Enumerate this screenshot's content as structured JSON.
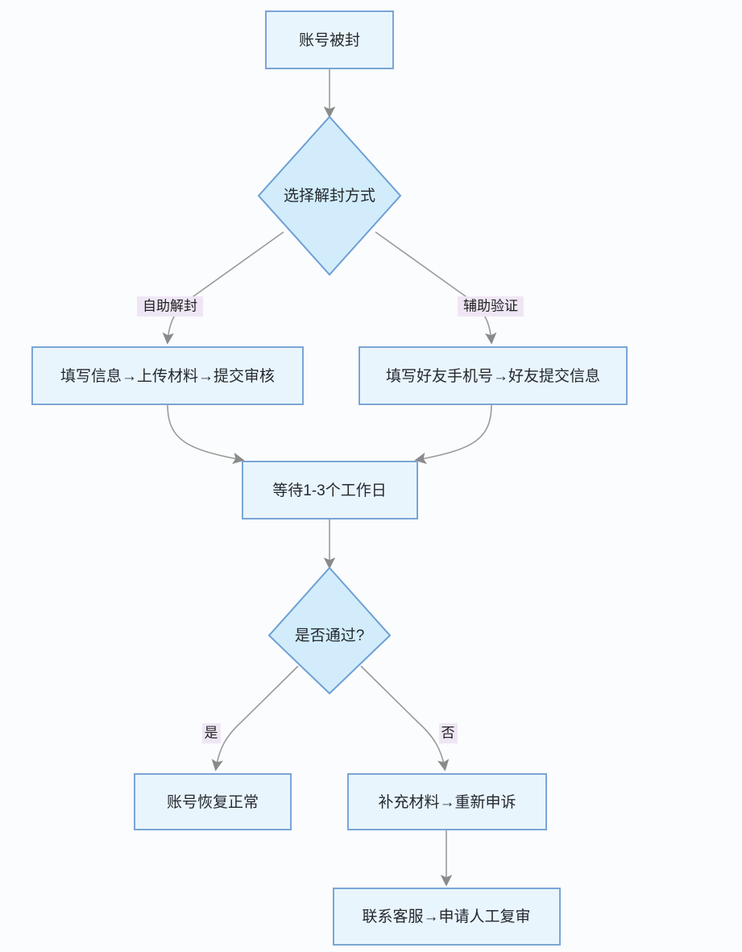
{
  "diagram": {
    "type": "flowchart",
    "title_text": "",
    "background_color": "#fbfcfd",
    "node_fill_rect": "#e9f5fd",
    "node_stroke_rect": "#7aa5d6",
    "node_fill_diamond": "#d2ecfb",
    "node_stroke_diamond": "#6e9fd4",
    "edge_color": "#9a9a9a",
    "edge_label_bg": "#efe6f5",
    "text_color": "#24292e",
    "nodes": [
      {
        "id": "start",
        "shape": "rect",
        "label": "账号被封"
      },
      {
        "id": "choose",
        "shape": "diamond",
        "label": "选择解封方式"
      },
      {
        "id": "self",
        "shape": "rect",
        "label": "填写信息→上传材料→提交审核"
      },
      {
        "id": "friend",
        "shape": "rect",
        "label": "填写好友手机号→好友提交信息"
      },
      {
        "id": "wait",
        "shape": "rect",
        "label": "等待1-3个工作日"
      },
      {
        "id": "pass",
        "shape": "diamond",
        "label": "是否通过?"
      },
      {
        "id": "restored",
        "shape": "rect",
        "label": "账号恢复正常"
      },
      {
        "id": "resubmit",
        "shape": "rect",
        "label": "补充材料→重新申诉"
      },
      {
        "id": "support",
        "shape": "rect",
        "label": "联系客服→申请人工复审"
      }
    ],
    "edges": [
      {
        "from": "start",
        "to": "choose",
        "label": ""
      },
      {
        "from": "choose",
        "to": "self",
        "label": "自助解封"
      },
      {
        "from": "choose",
        "to": "friend",
        "label": "辅助验证"
      },
      {
        "from": "self",
        "to": "wait",
        "label": ""
      },
      {
        "from": "friend",
        "to": "wait",
        "label": ""
      },
      {
        "from": "wait",
        "to": "pass",
        "label": ""
      },
      {
        "from": "pass",
        "to": "restored",
        "label": "是"
      },
      {
        "from": "pass",
        "to": "resubmit",
        "label": "否"
      },
      {
        "from": "resubmit",
        "to": "support",
        "label": ""
      }
    ]
  }
}
